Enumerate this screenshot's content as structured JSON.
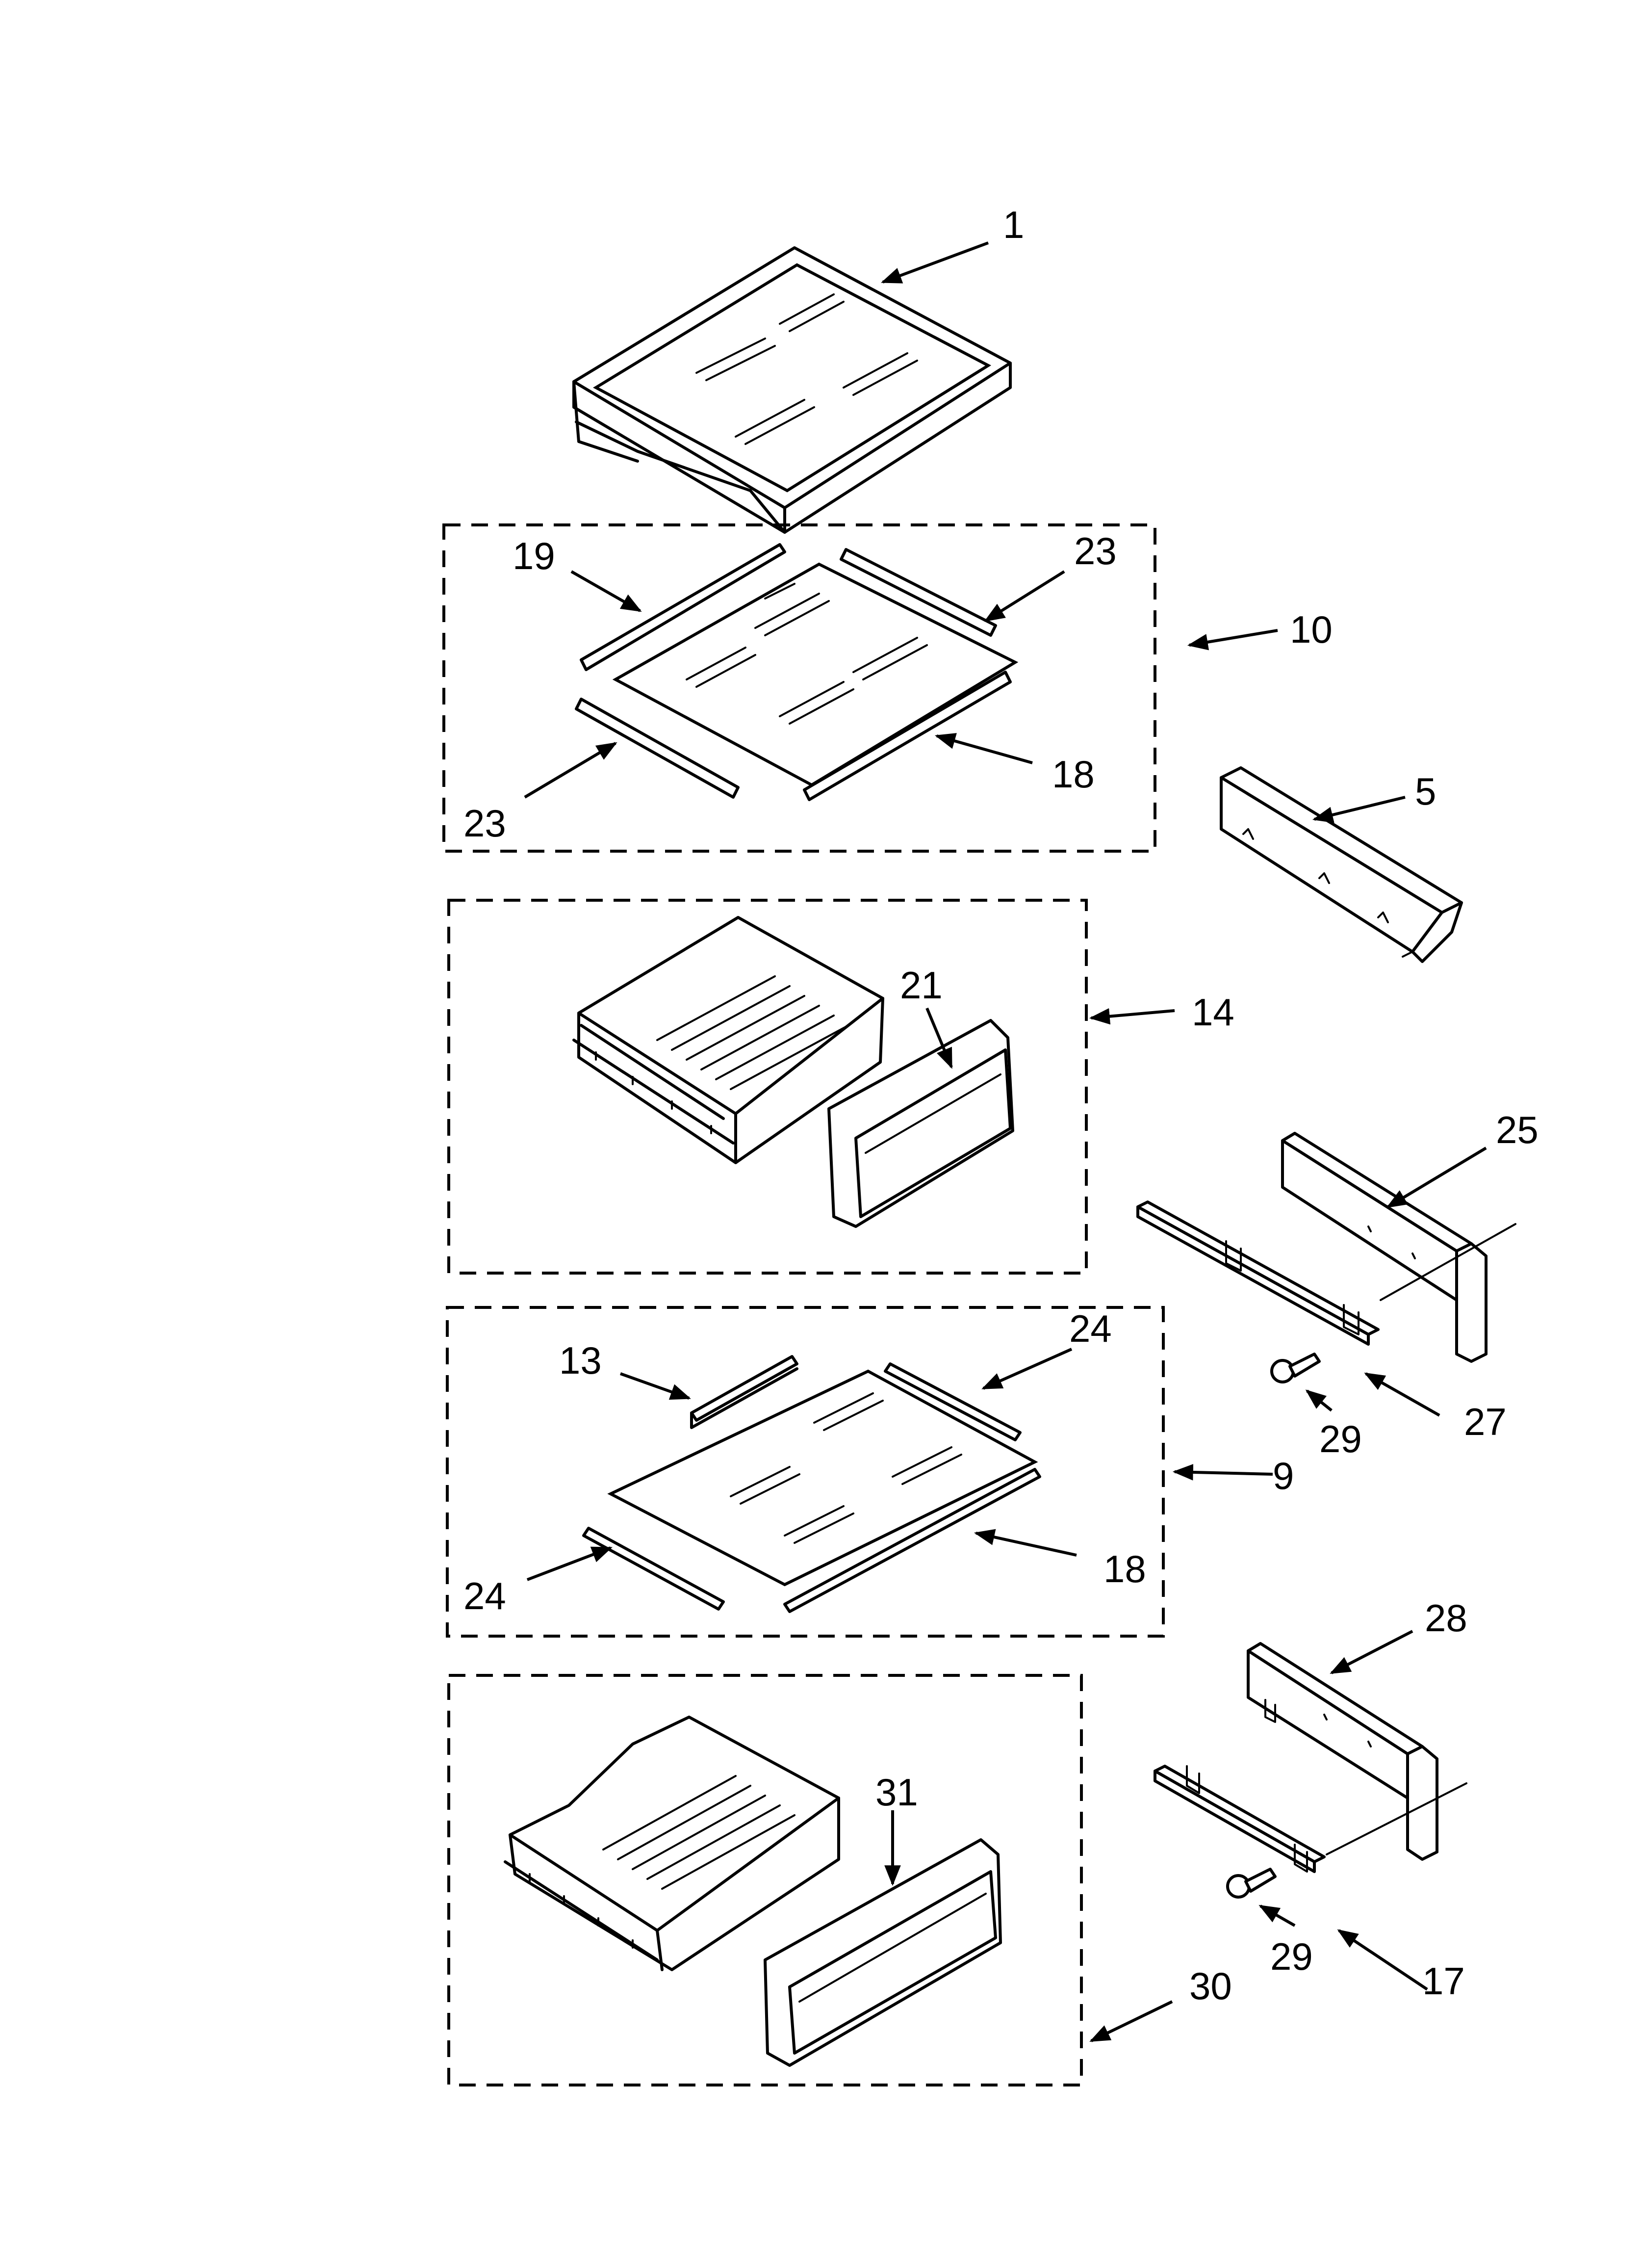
{
  "diagram": {
    "callouts": {
      "c1": "1",
      "c5": "5",
      "c9": "9",
      "c10": "10",
      "c13": "13",
      "c14": "14",
      "c17": "17",
      "c18a": "18",
      "c18b": "18",
      "c19": "19",
      "c21": "21",
      "c23a": "23",
      "c23b": "23",
      "c24a": "24",
      "c24b": "24",
      "c25": "25",
      "c27": "27",
      "c28": "28",
      "c29a": "29",
      "c29b": "29",
      "c30": "30",
      "c31": "31"
    }
  }
}
